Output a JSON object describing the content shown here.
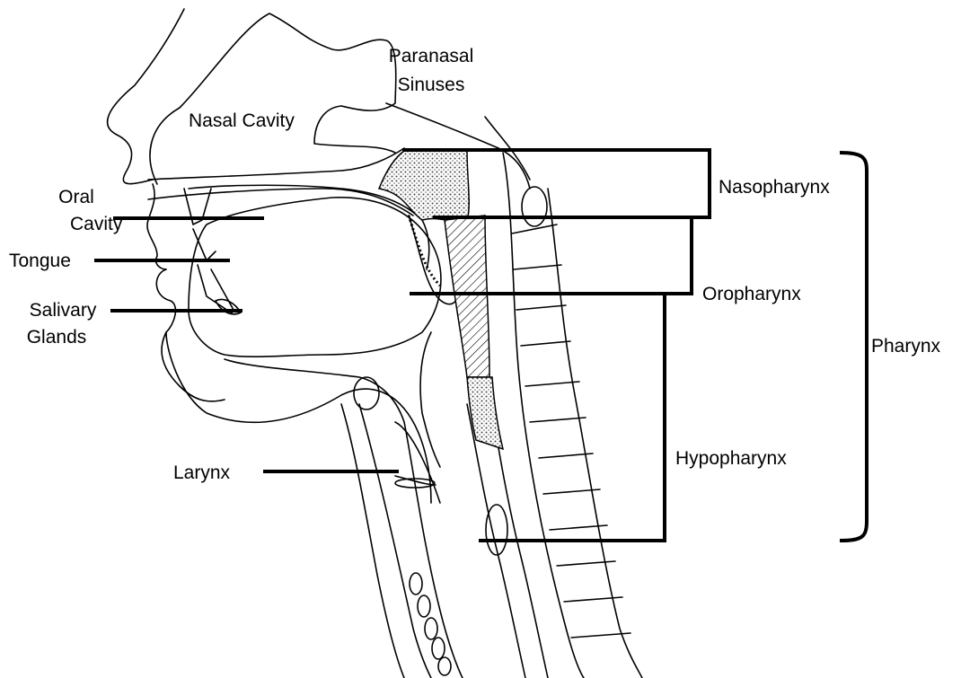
{
  "labels": {
    "paranasal_1": "Paranasal",
    "paranasal_2": "Sinuses",
    "nasal_cavity": "Nasal Cavity",
    "oral_1": "Oral",
    "oral_2": "Cavity",
    "tongue": "Tongue",
    "salivary_1": "Salivary",
    "salivary_2": "Glands",
    "larynx": "Larynx",
    "nasopharynx": "Nasopharynx",
    "oropharynx": "Oropharynx",
    "hypopharynx": "Hypopharynx",
    "pharynx": "Pharynx"
  },
  "colors": {
    "ink": "#000000",
    "paper": "#ffffff",
    "stipple": "#555555"
  }
}
